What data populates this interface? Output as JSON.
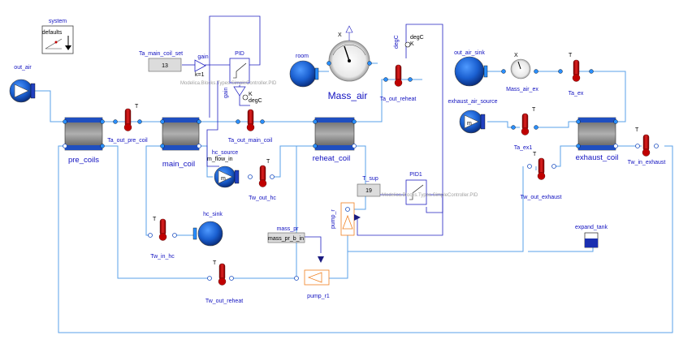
{
  "components": {
    "system": {
      "name": "system",
      "inner": "defaults",
      "g": "g"
    },
    "out_air": "out_air",
    "pre_coils": "pre_coils",
    "Ta_out_pre_coil": "Ta_out_pre_coil",
    "main_coil": "main_coil",
    "Ta_main_coil_set": "Ta_main_coil_set",
    "Ta_main_coil_set_value": "13",
    "gain": "gain",
    "PID": "PID",
    "pid_class": "Modelica.Blocks.Types.SimpleController.PID",
    "Ta_out_main_coil": "Ta_out_main_coil",
    "hc_source": "hc_source",
    "m_flow_in": "m_flow_in",
    "Tw_out_hc": "Tw_out_hc",
    "hc_sink": "hc_sink",
    "Tw_in_hc": "Tw_in_hc",
    "room": "room",
    "Mass_air": "Mass_air",
    "Ta_out_reheat": "Ta_out_reheat",
    "reheat_coil": "reheat_coil",
    "T_sup": "T_sup",
    "T_sup_value": "19",
    "PID1": "PID1",
    "pump_r": "pump_r",
    "mass_pr": "mass_pr",
    "mass_pr_value": "mass_pr_b_in",
    "pump_r1": "pump_r1",
    "Tw_out_reheat": "Tw_out_reheat",
    "out_air_sink": "out_air_sink",
    "exhaust_air_source": "exhaust_air_source",
    "Mass_air_ex": "Mass_air_ex",
    "Ta_ex": "Ta_ex",
    "Ta_ex1": "Ta_ex1",
    "exhaust_coil": "exhaust_coil",
    "Tw_in_exhaust": "Tw_in_exhaust",
    "Tw_out_exhaust": "Tw_out_exhaust",
    "expand_tank": "expand_tank",
    "T": "T",
    "X": "X",
    "K": "K",
    "degC": "degC",
    "k1": "k=1",
    "m": "m"
  },
  "colors": {
    "wire": "#5aa0e8",
    "signal": "#2020c0",
    "label": "#1010c0",
    "sphere": "#1a5fd0",
    "thermo": "#c00000",
    "pump_orange": "#f08020",
    "tank": "#1a2fb0"
  }
}
